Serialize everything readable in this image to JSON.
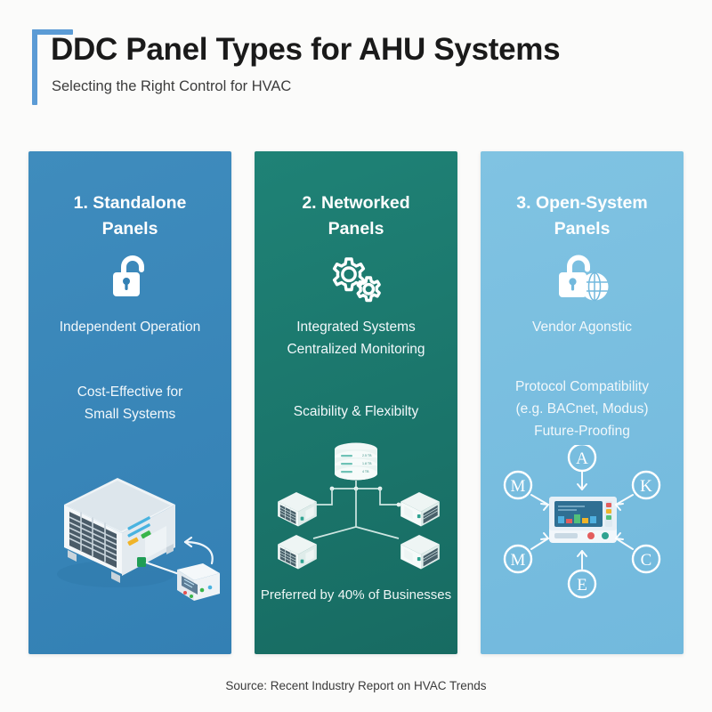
{
  "header": {
    "title": "DDC Panel Types for AHU Systems",
    "subtitle": "Selecting the Right Control for HVAC",
    "accent_color": "#5b9bd5"
  },
  "panels": [
    {
      "number_label": "1. Standalone",
      "name_label": "Panels",
      "icon": "open-padlock-icon",
      "color": "#3380b4",
      "features_group_1": [
        "Independent Operation"
      ],
      "features_group_2": [
        "Cost-Effective for",
        "Small Systems"
      ],
      "caption": "",
      "artwork": "isometric-ahu-with-wired-controller"
    },
    {
      "number_label": "2. Networked",
      "name_label": "Panels",
      "icon": "gears-icon",
      "color": "#176b62",
      "features_group_1": [
        "Integrated Systems",
        "Centralized Monitoring"
      ],
      "features_group_2": [
        "Scaibility & Flexibilty"
      ],
      "caption": "Preferred by 40% of Businesses",
      "artwork": "server-networked-to-four-ahu-units"
    },
    {
      "number_label": "3. Open-System",
      "name_label": "Panels",
      "icon": "open-padlock-globe-icon",
      "color": "#72b9dd",
      "features_group_1": [
        "Vendor Agonstic"
      ],
      "features_group_2": [
        "Protocol Compatibility",
        "(e.g. BACnet, Modus)",
        "Future-Proofing"
      ],
      "caption": "",
      "artwork": "control-panel-with-protocol-nodes"
    }
  ],
  "protocol_nodes": [
    {
      "letter": "A",
      "position": "top"
    },
    {
      "letter": "K",
      "position": "right-top"
    },
    {
      "letter": "C",
      "position": "right-bottom"
    },
    {
      "letter": "E",
      "position": "bottom"
    },
    {
      "letter": "M",
      "position": "left-bottom"
    },
    {
      "letter": "M",
      "position": "left-top"
    }
  ],
  "footer": {
    "source": "Source: Recent Industry Report on HVAC Trends"
  },
  "background_color": "#fbfbfa"
}
